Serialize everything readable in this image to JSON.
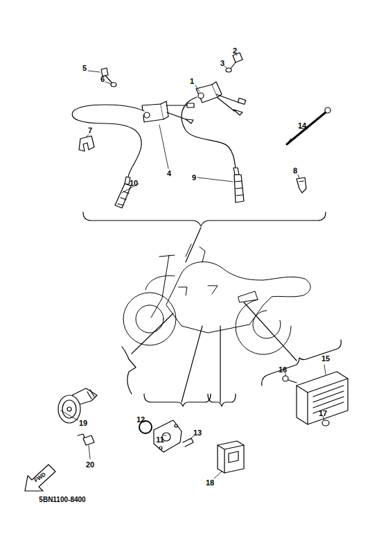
{
  "diagram": {
    "labels": [
      "1",
      "2",
      "3",
      "4",
      "5",
      "6",
      "7",
      "8",
      "9",
      "10",
      "11",
      "12",
      "13",
      "14",
      "15",
      "16",
      "17",
      "18",
      "19",
      "20",
      "FWD",
      "5BN1100-8400"
    ]
  }
}
